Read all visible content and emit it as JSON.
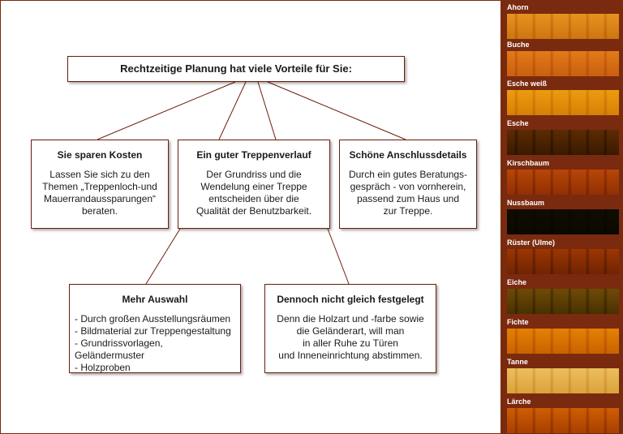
{
  "header": {
    "title": "Rechtzeitige Planung hat viele Vorteile für Sie:"
  },
  "boxes": [
    {
      "title": "Sie sparen Kosten",
      "body": "Lassen Sie sich zu den\nThemen „Treppenloch-und\nMauerrandaussparungen“\nberaten."
    },
    {
      "title": "Ein guter Treppenverlauf",
      "body": "Der Grundriss und die\nWendelung einer Treppe\nentscheiden über die\nQualität der Benutzbarkeit."
    },
    {
      "title": "Schöne Anschlussdetails",
      "body": "Durch ein gutes Beratungs-\ngespräch - von vornherein,\npassend zum Haus und\nzur Treppe."
    },
    {
      "title": "Mehr Auswahl",
      "body": "- Durch großen Ausstellungsräumen\n- Bildmaterial zur Treppengestaltung\n- Grundrissvorlagen, Geländermuster\n- Holzproben"
    },
    {
      "title": "Dennoch nicht gleich festgelegt",
      "body": "Denn die Holzart und -farbe sowie\ndie Geländerart, will man\nin aller Ruhe zu Türen\nund Inneneinrichtung abstimmen."
    }
  ],
  "woods": [
    {
      "name": "Ahorn",
      "color": "#f2c25a",
      "grain": "#d99a2e"
    },
    {
      "name": "Buche",
      "color": "#f0b14f",
      "grain": "#d68a2f"
    },
    {
      "name": "Esche weiß",
      "color": "#f5c83c",
      "grain": "#e0a21c"
    },
    {
      "name": "Esche",
      "color": "#9a6a16",
      "grain": "#5e3f0c"
    },
    {
      "name": "Kirschbaum",
      "color": "#d9862a",
      "grain": "#a95a16"
    },
    {
      "name": "Nussbaum",
      "color": "#3f3a14",
      "grain": "#2a2508"
    },
    {
      "name": "Rüster (Ulme)",
      "color": "#c8761c",
      "grain": "#8f4c0e"
    },
    {
      "name": "Eiche",
      "color": "#a88a28",
      "grain": "#6f5a12"
    },
    {
      "name": "Fichte",
      "color": "#f2b51c",
      "grain": "#d38b0c"
    },
    {
      "name": "Tanne",
      "color": "#f6dc9a",
      "grain": "#e2bc62"
    },
    {
      "name": "Lärche",
      "color": "#e69a1c",
      "grain": "#b86a0c"
    }
  ]
}
